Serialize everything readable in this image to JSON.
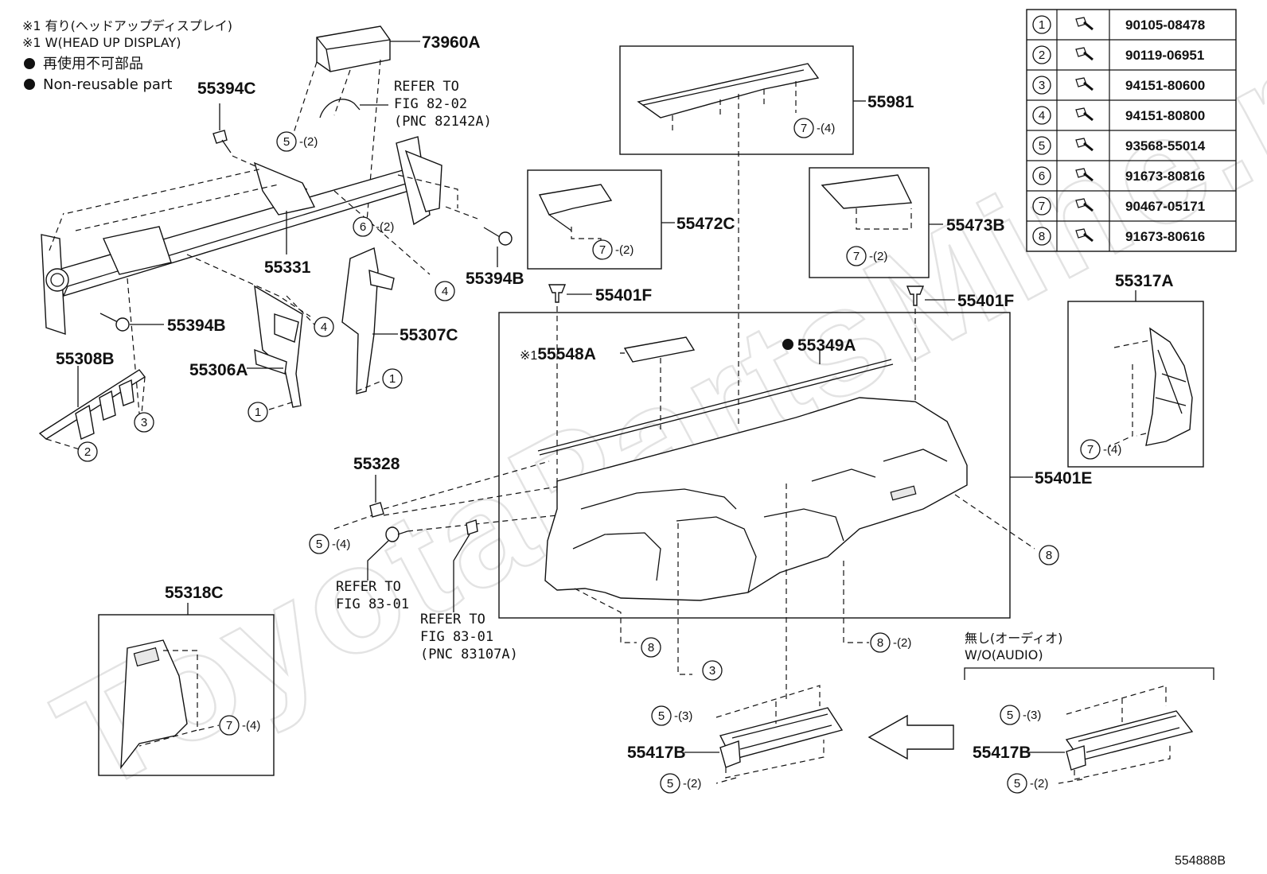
{
  "notes": {
    "line1": "※1 有り(ヘッドアップディスプレイ)",
    "line2": "※1 W(HEAD UP DISPLAY)",
    "line3": "再使用不可部品",
    "line4": "Non-reusable part"
  },
  "watermark": "ToyotaPartsMine.ru",
  "diagram_id": "554888B",
  "fastener_table": [
    {
      "ref": "1",
      "part_no": "90105-08478"
    },
    {
      "ref": "2",
      "part_no": "90119-06951"
    },
    {
      "ref": "3",
      "part_no": "94151-80600"
    },
    {
      "ref": "4",
      "part_no": "94151-80800"
    },
    {
      "ref": "5",
      "part_no": "93568-55014"
    },
    {
      "ref": "6",
      "part_no": "91673-80816"
    },
    {
      "ref": "7",
      "part_no": "90467-05171"
    },
    {
      "ref": "8",
      "part_no": "91673-80616"
    }
  ],
  "part_labels": {
    "p73960A": "73960A",
    "p55394C": "55394C",
    "p55331": "55331",
    "p55394B_a": "55394B",
    "p55394B_b": "55394B",
    "p55308B": "55308B",
    "p55306A": "55306A",
    "p55307C": "55307C",
    "p55328": "55328",
    "p55318C": "55318C",
    "p55981": "55981",
    "p55472C": "55472C",
    "p55473B": "55473B",
    "p55401F_a": "55401F",
    "p55401F_b": "55401F",
    "p55548A": "55548A",
    "p55548A_prefix": "※1",
    "p55349A": "55349A",
    "p55401E": "55401E",
    "p55317A": "55317A",
    "p55417B_a": "55417B",
    "p55417B_b": "55417B"
  },
  "references": {
    "ref1_l1": "REFER TO",
    "ref1_l2": "FIG 82-02",
    "ref1_l3": "(PNC 82142A)",
    "ref2_l1": "REFER TO",
    "ref2_l2": "FIG 83-01",
    "ref3_l1": "REFER TO",
    "ref3_l2": "FIG 83-01",
    "ref3_l3": "(PNC 83107A)"
  },
  "callouts": [
    {
      "num": "5",
      "qty": "-(2)"
    },
    {
      "num": "6",
      "qty": "-(2)"
    },
    {
      "num": "4",
      "qty": ""
    },
    {
      "num": "4",
      "qty": ""
    },
    {
      "num": "1",
      "qty": ""
    },
    {
      "num": "1",
      "qty": ""
    },
    {
      "num": "3",
      "qty": ""
    },
    {
      "num": "2",
      "qty": ""
    },
    {
      "num": "5",
      "qty": "-(4)"
    },
    {
      "num": "7",
      "qty": "-(4)"
    },
    {
      "num": "7",
      "qty": "-(4)"
    },
    {
      "num": "7",
      "qty": "-(2)"
    },
    {
      "num": "7",
      "qty": "-(2)"
    },
    {
      "num": "7",
      "qty": "-(4)"
    },
    {
      "num": "8",
      "qty": ""
    },
    {
      "num": "8",
      "qty": ""
    },
    {
      "num": "8",
      "qty": "-(2)"
    },
    {
      "num": "3",
      "qty": ""
    },
    {
      "num": "5",
      "qty": "-(3)"
    },
    {
      "num": "5",
      "qty": "-(2)"
    },
    {
      "num": "5",
      "qty": "-(3)"
    },
    {
      "num": "5",
      "qty": "-(2)"
    }
  ],
  "variant": {
    "label_jp": "無し(オーディオ)",
    "label_en": "W/O(AUDIO)"
  }
}
